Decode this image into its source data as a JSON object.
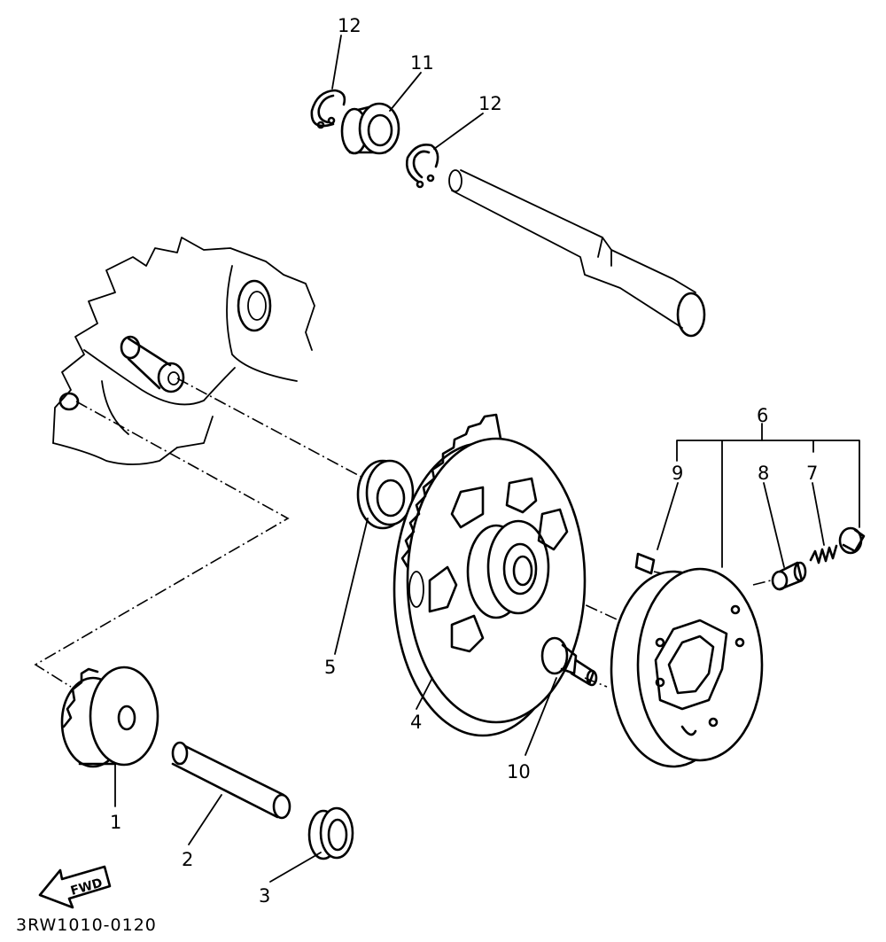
{
  "diagram_code": "3RW1010-0120",
  "fwd_label": "FWD",
  "callouts": [
    {
      "id": "c1",
      "label": "1"
    },
    {
      "id": "c2",
      "label": "2"
    },
    {
      "id": "c3",
      "label": "3"
    },
    {
      "id": "c4",
      "label": "4"
    },
    {
      "id": "c5",
      "label": "5"
    },
    {
      "id": "c6",
      "label": "6"
    },
    {
      "id": "c7",
      "label": "7"
    },
    {
      "id": "c8",
      "label": "8"
    },
    {
      "id": "c9",
      "label": "9"
    },
    {
      "id": "c10",
      "label": "10"
    },
    {
      "id": "c11",
      "label": "11"
    },
    {
      "id": "c12a",
      "label": "12"
    },
    {
      "id": "c12b",
      "label": "12"
    }
  ]
}
